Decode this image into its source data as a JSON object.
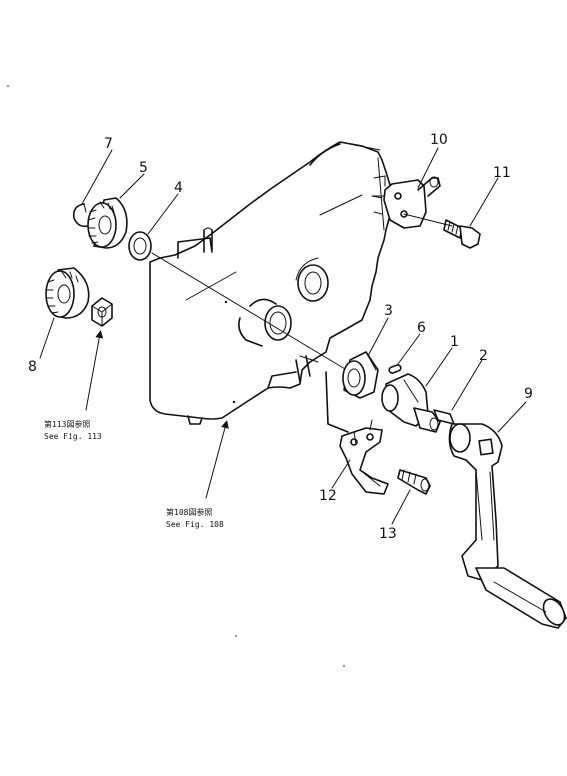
{
  "labels": {
    "p1": "1",
    "p2": "2",
    "p3": "3",
    "p4": "4",
    "p5": "5",
    "p6": "6",
    "p7": "7",
    "p8": "8",
    "p9": "9",
    "p10": "10",
    "p11": "11",
    "p12": "12",
    "p13": "13"
  },
  "refs": {
    "fig113_jp": "第113図参照",
    "fig113_en": "See Fig. 113",
    "fig108_jp": "第108図参照",
    "fig108_en": "See Fig. 108"
  },
  "colors": {
    "ink": "#111111",
    "paper": "#ffffff"
  }
}
